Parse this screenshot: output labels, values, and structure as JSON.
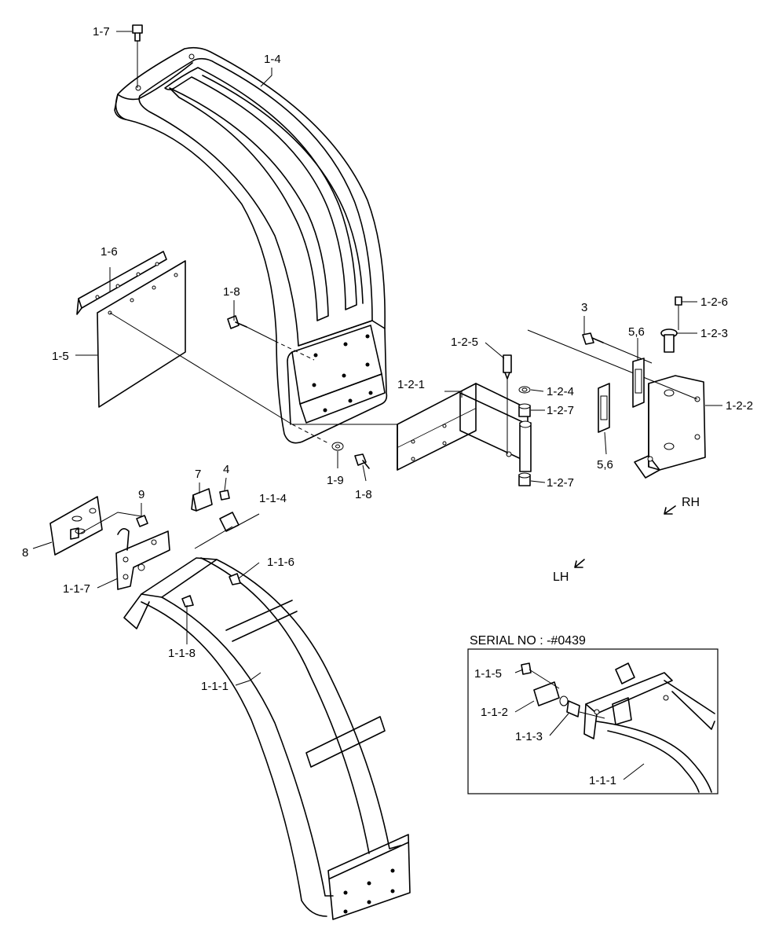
{
  "labels": {
    "l_1_7": "1-7",
    "l_1_4": "1-4",
    "l_1_6": "1-6",
    "l_1_5": "1-5",
    "l_1_8a": "1-8",
    "l_1_8b": "1-8",
    "l_1_9": "1-9",
    "l_1_2_5": "1-2-5",
    "l_1_2_1": "1-2-1",
    "l_1_2_4": "1-2-4",
    "l_1_2_7a": "1-2-7",
    "l_1_2_7b": "1-2-7",
    "l_3": "3",
    "l_5_6a": "5,6",
    "l_5_6b": "5,6",
    "l_1_2_6": "1-2-6",
    "l_1_2_3": "1-2-3",
    "l_1_2_2": "1-2-2",
    "l_rh": "RH",
    "l_lh": "LH",
    "l_7": "7",
    "l_4": "4",
    "l_9": "9",
    "l_8": "8",
    "l_1_1_4": "1-1-4",
    "l_1_1_6": "1-1-6",
    "l_1_1_7": "1-1-7",
    "l_1_1_8": "1-1-8",
    "l_1_1_1": "1-1-1"
  },
  "inset": {
    "title": "SERIAL NO : -#0439",
    "l_1_1_5": "1-1-5",
    "l_1_1_2": "1-1-2",
    "l_1_1_3": "1-1-3",
    "l_1_1_1": "1-1-1"
  }
}
